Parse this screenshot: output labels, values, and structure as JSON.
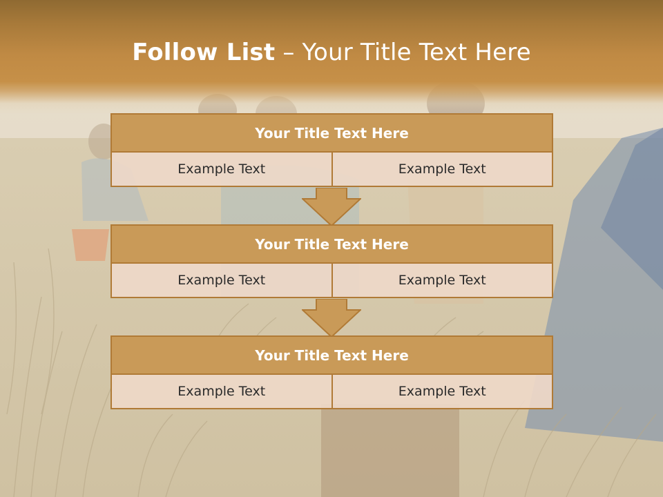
{
  "slide": {
    "title_bold": "Follow List",
    "title_rest": " – Your Title Text Here",
    "accent_color": "#c99a58",
    "border_color": "#b07a36",
    "cell_color": "#eed8c8"
  },
  "blocks": [
    {
      "title": "Your Title Text Here",
      "left": "Example Text",
      "right": "Example Text"
    },
    {
      "title": "Your Title Text Here",
      "left": "Example Text",
      "right": "Example Text"
    },
    {
      "title": "Your Title Text Here",
      "left": "Example Text",
      "right": "Example Text"
    }
  ],
  "icons": {
    "connector": "down-arrow-icon"
  }
}
